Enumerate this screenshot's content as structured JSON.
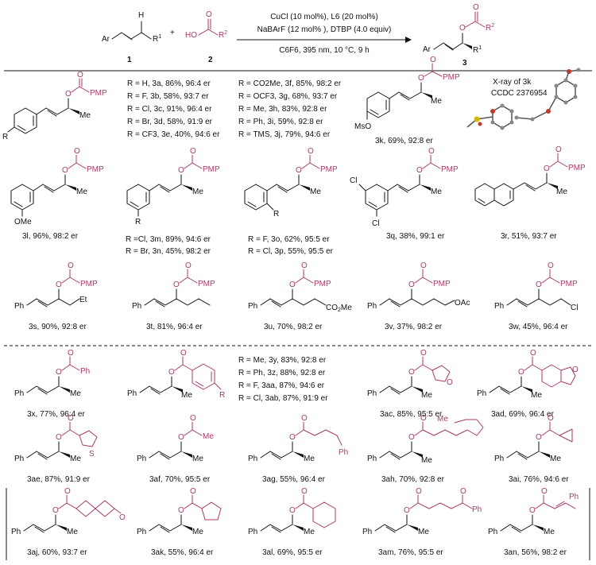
{
  "scheme": {
    "reactant1_num": "1",
    "reactant2_num": "2",
    "product_num": "3",
    "ar": "Ar",
    "r1": "R",
    "r2": "R",
    "h": "H",
    "ho": "HO",
    "o": "O",
    "plus": "+",
    "cond_1": "CuCl (10 mol%), L6 (20 mol%)",
    "cond_2": "NaBArF (12 mol% ), DTBP (4.0 equiv)",
    "cond_3": "C6F6, 395 nm, 10 °C, 9 h"
  },
  "labels": {
    "pmp": "PMP",
    "me": "Me",
    "et": "Et",
    "ph": "Ph",
    "r": "R",
    "o": "O",
    "ome": "OMe",
    "mso": "MsO",
    "cl": "Cl",
    "co2me": "CO2Me",
    "oac": "OAc"
  },
  "series_3a_3j": [
    "R = H, 3a, 86%, 96:4 er",
    "R = F, 3b, 58%, 93:7 er",
    "R = Cl, 3c, 91%, 96:4 er",
    "R = Br, 3d, 58%, 91:9 er",
    "R = CF3, 3e, 40%, 94:6 er",
    "R = CO2Me, 3f, 85%, 98:2 er",
    "R = OCF3, 3g, 68%, 93:7 er",
    "R = Me, 3h, 83%, 92:8 er",
    "R = Ph, 3i, 59%, 92:8 er",
    "R = TMS, 3j, 79%, 94:6 er"
  ],
  "xray": {
    "line1": "X-ray of 3k",
    "line2": "CCDC 2376954"
  },
  "compounds": {
    "3k": "3k, 69%,  92:8 er",
    "3l": "3l, 96%, 98:2 er",
    "3m": "R =Cl, 3m, 89%, 94:6 er",
    "3n": "R = Br, 3n, 45%, 98:2 er",
    "3o": "R = F, 3o, 62%, 95:5 er",
    "3p": "R = Cl, 3p, 55%, 95:5 er",
    "3q": "3q, 38%, 99:1 er",
    "3r": "3r, 51%, 93:7 er",
    "3s": "3s, 90%, 92:8 er",
    "3t": "3t, 81%, 96:4 er",
    "3u": "3u, 70%, 98:2 er",
    "3v": "3v, 37%, 98:2 er",
    "3w": "3w, 45%, 96:4 er",
    "3x": "3x, 77%, 96:4 er",
    "3y": "R = Me, 3y, 83%, 92:8 er",
    "3z": "R = Ph, 3z, 88%, 92:8 er",
    "3aa": "R = F, 3aa, 87%, 94:6 er",
    "3ab": "R = Cl, 3ab, 87%, 91:9 er",
    "3ac": "3ac, 85%, 95:5 er",
    "3ad": "3ad, 69%, 96:4 er",
    "3ae": "3ae, 87%, 91:9 er",
    "3af": "3af, 70%, 95:5 er",
    "3ag": "3ag, 55%, 96:4 er",
    "3ah": "3ah, 70%, 92:8 er",
    "3ai": "3ai, 76%, 94:6 er",
    "3aj": "3aj, 60%, 93:7 er",
    "3ak": "3ak, 55%, 96:4 er",
    "3al": "3al, 69%, 95:5 er",
    "3am": "3am, 76%, 95:5 er",
    "3an": "3an, 56%, 98:2 er"
  }
}
